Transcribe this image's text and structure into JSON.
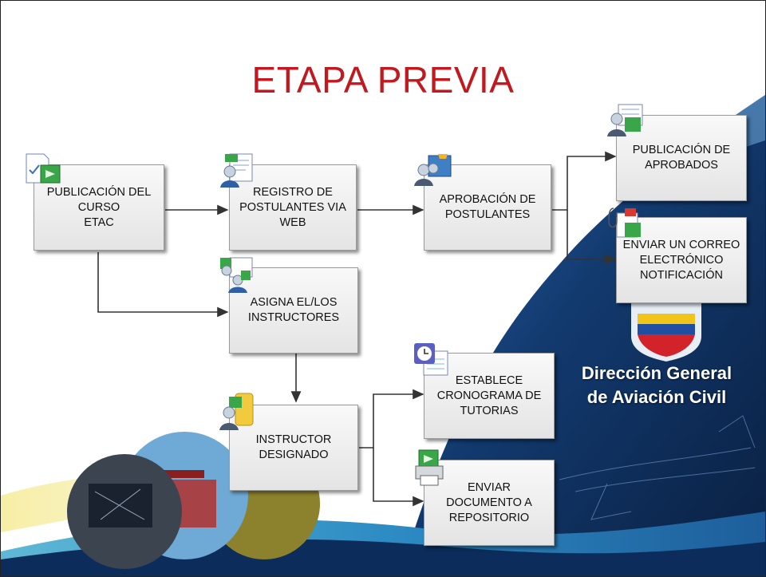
{
  "slide": {
    "title": "ETAPA PREVIA"
  },
  "brand": {
    "line1": "Dirección General",
    "line2": "de Aviación Civil"
  },
  "nodes": {
    "publicacion_curso": "PUBLICACIÓN DEL\nCURSO\nETAC",
    "registro_postulantes": "REGISTRO DE\nPOSTULANTES VIA\nWEB",
    "aprobacion_postulantes": "APROBACIÓN DE\nPOSTULANTES",
    "publicacion_aprobados": "PUBLICACIÓN DE\nAPROBADOS",
    "enviar_correo": "ENVIAR UN CORREO\nELECTRÓNICO\nNOTIFICACIÓN",
    "asigna_instructores": "ASIGNA EL/LOS\nINSTRUCTORES",
    "instructor_designado": "INSTRUCTOR\nDESIGNADO",
    "establece_cronograma": "ESTABLECE\nCRONOGRAMA DE\nTUTORIAS",
    "enviar_documento": "ENVIAR\nDOCUMENTO A\nREPOSITORIO"
  },
  "colors": {
    "title": "#c0191f",
    "navy": "#0d2b57",
    "arrow": "#333333"
  }
}
